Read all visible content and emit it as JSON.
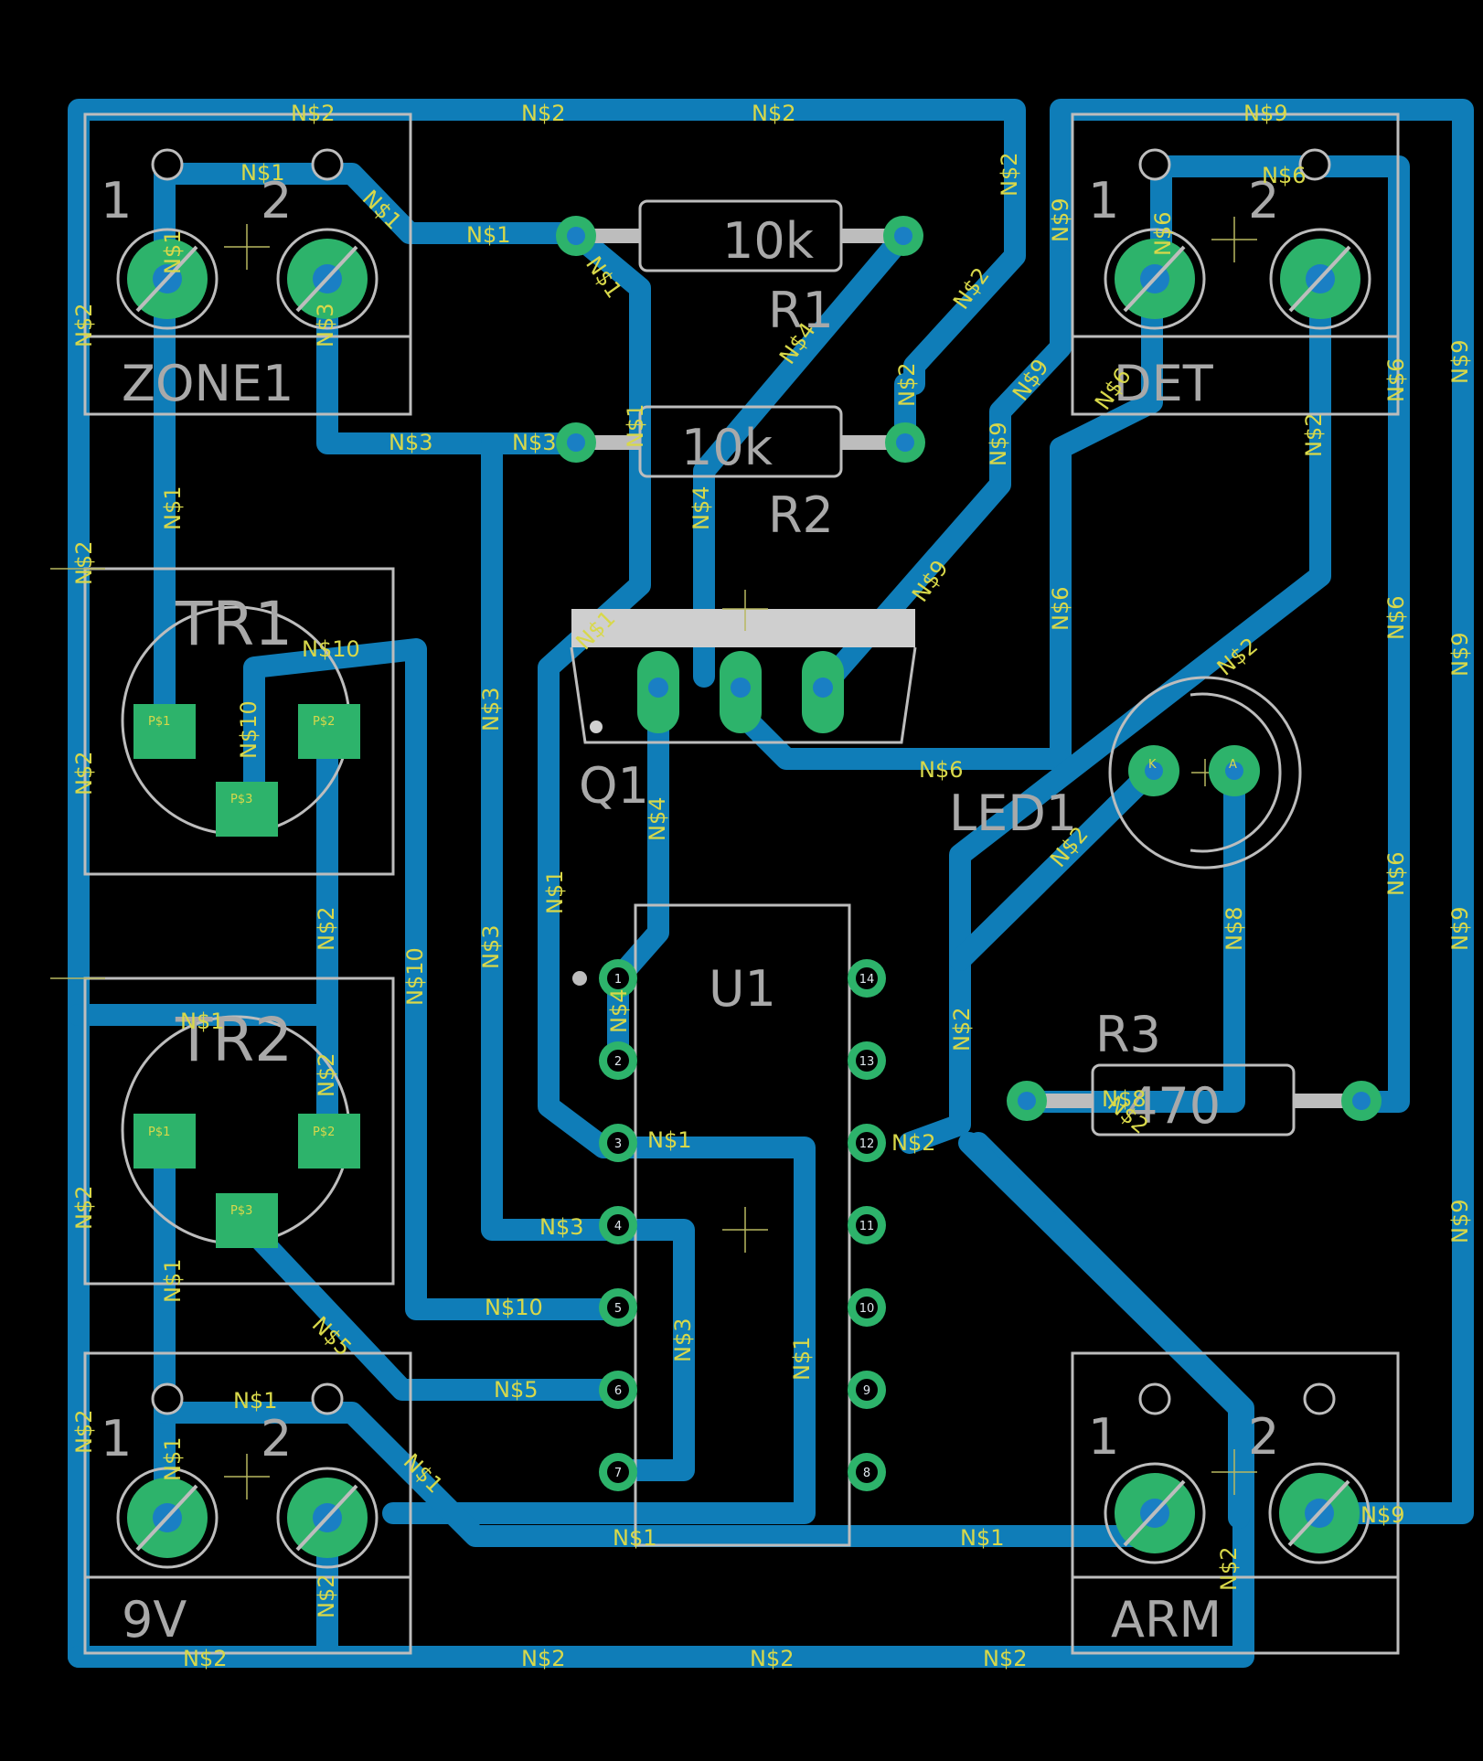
{
  "board": {
    "components": [
      {
        "id": "zone1",
        "name": "ZONE1",
        "pin1": "1",
        "pin2": "2"
      },
      {
        "id": "det",
        "name": "DET",
        "pin1": "1",
        "pin2": "2"
      },
      {
        "id": "v9",
        "name": "9V",
        "pin1": "1",
        "pin2": "2"
      },
      {
        "id": "arm",
        "name": "ARM",
        "pin1": "1",
        "pin2": "2"
      },
      {
        "id": "r1",
        "name": "R1",
        "value": "10k"
      },
      {
        "id": "r2",
        "name": "R2",
        "value": "10k"
      },
      {
        "id": "r3",
        "name": "R3",
        "value": "470"
      },
      {
        "id": "tr1",
        "name": "TR1"
      },
      {
        "id": "tr2",
        "name": "TR2"
      },
      {
        "id": "q1",
        "name": "Q1"
      },
      {
        "id": "led1",
        "name": "LED1"
      },
      {
        "id": "u1",
        "name": "U1"
      }
    ],
    "net_labels": [
      "N$1",
      "N$2",
      "N$3",
      "N$4",
      "N$5",
      "N$6",
      "N$8",
      "N$9",
      "N$10"
    ],
    "ic_pins": [
      "1",
      "2",
      "3",
      "4",
      "5",
      "6",
      "7",
      "8",
      "9",
      "10",
      "11",
      "12",
      "13",
      "14"
    ],
    "pad_labels": {
      "p1": "P$1",
      "p2": "P$2",
      "p3": "P$3",
      "led_k": "K",
      "led_a": "A"
    },
    "colors": {
      "background": "#000000",
      "copper": "#0f7db8",
      "pad": "#2db36b",
      "silkscreen": "#bdbdbd",
      "net_label": "#d8d84a"
    }
  }
}
